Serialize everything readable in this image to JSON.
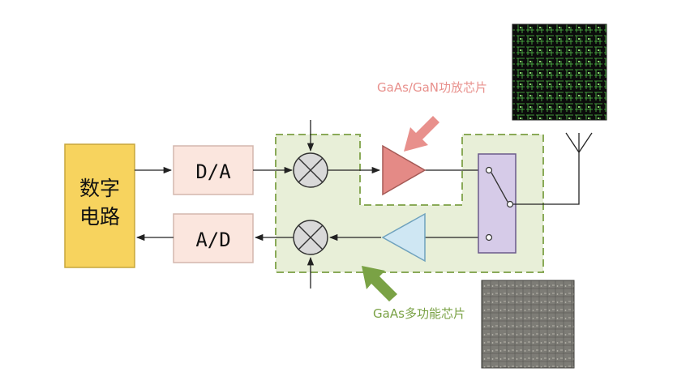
{
  "blocks": {
    "digital_line1": "数字",
    "digital_line2": "电路",
    "dac": "D/A",
    "adc": "A/D"
  },
  "callouts": {
    "pa_chip": "GaAs/GaN功放芯片",
    "multifunction_chip": "GaAs多功能芯片"
  },
  "colors": {
    "digital_fill": "#f7d35e",
    "converter_fill": "#fbe6de",
    "region_fill": "#e8efd8",
    "region_border": "#8aaa58",
    "pa_fill": "#e48a86",
    "lna_fill": "#cfe7f3",
    "switch_fill": "#d6cbe8",
    "pa_label": "#e8908c",
    "mf_label": "#7aa245"
  },
  "icons": [
    "mixer-icon",
    "power-amplifier-icon",
    "low-noise-amplifier-icon",
    "rf-switch-icon",
    "antenna-icon",
    "pa-chip-photo",
    "multifunction-chip-photo"
  ]
}
